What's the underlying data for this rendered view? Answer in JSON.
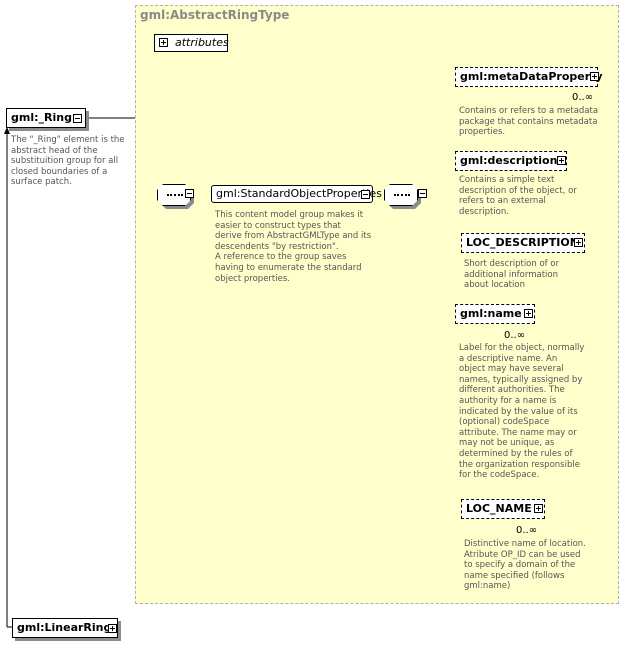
{
  "diagram": {
    "type_name": "gml:AbstractRingType",
    "attributes_label": "attributes",
    "root": {
      "name": "gml:_Ring",
      "description": "The \"_Ring\" element is the abstract head of the substituition group for all closed boundaries of a surface patch."
    },
    "substitution": {
      "name": "gml:LinearRing"
    },
    "group": {
      "name": "gml:StandardObjectProperties",
      "description": "This content model group makes it easier to construct types that\n        derive from AbstractGMLType and its descendents \"by restriction\".\n        A reference to the group saves having to enumerate the standard object properties."
    },
    "children": [
      {
        "name": "gml:metaDataProperty",
        "occurrence": "0..∞",
        "description": "Contains or refers to a metadata package that contains metadata properties."
      },
      {
        "name": "gml:description",
        "occurrence": "",
        "description": "Contains a simple text description of the object, or refers to an external description."
      },
      {
        "name": "LOC_DESCRIPTION",
        "occurrence": "",
        "description": "Short description of or additional information about location"
      },
      {
        "name": "gml:name",
        "occurrence": "0..∞",
        "description": "Label for the object, normally a descriptive name. An object may have several names, typically assigned by different authorities.  The authority for a name is indicated by the value of its (optional) codeSpace attribute.  The name may or may not be unique, as determined by the rules of the organization responsible for the codeSpace."
      },
      {
        "name": "LOC_NAME",
        "occurrence": "0..∞",
        "description": "Distinctive name of location. Atribute OP_ID can be used to specify a domain of the name specified (follows gml:name)"
      }
    ]
  }
}
